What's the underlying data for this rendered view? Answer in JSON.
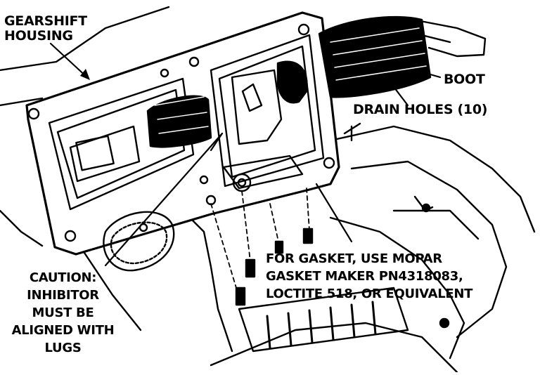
{
  "labels": {
    "gearshift_housing": [
      "GEARSHIFT",
      "HOUSING"
    ],
    "boot": "BOOT",
    "drain_holes": "DRAIN HOLES (10)",
    "gasket_note": [
      "FOR GASKET, USE MOPAR",
      "GASKET MAKER PN4318083,",
      "LOCTITE 518, OR EQUIVALENT"
    ],
    "caution": [
      "CAUTION:",
      "INHIBITOR",
      "MUST BE",
      "ALIGNED WITH",
      "LUGS"
    ]
  },
  "colors": {
    "ink": "#000000",
    "paper": "#ffffff"
  }
}
